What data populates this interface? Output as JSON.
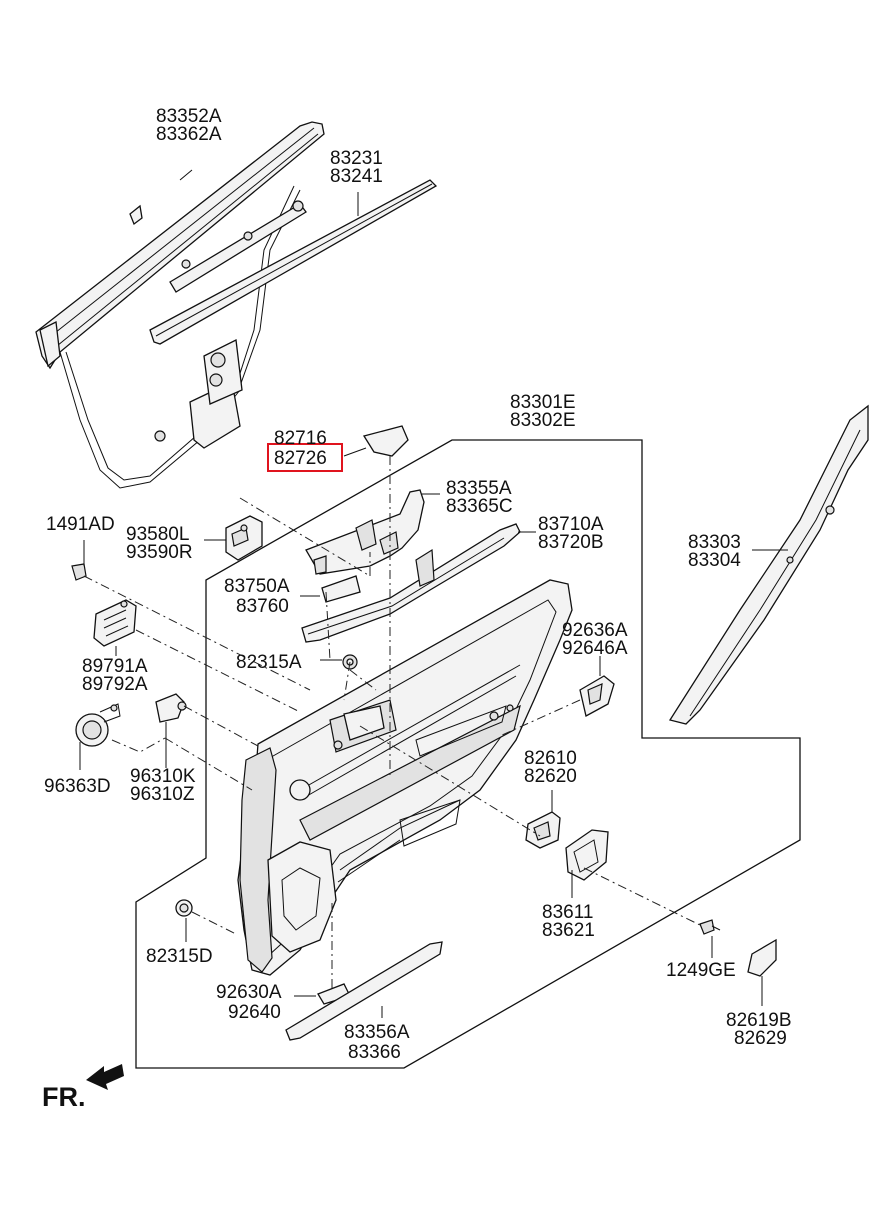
{
  "callouts": {
    "l_83352A": "83352A",
    "l_83362A": "83362A",
    "l_83231": "83231",
    "l_83241": "83241",
    "l_83301E": "83301E",
    "l_83302E": "83302E",
    "l_82716": "82716",
    "l_82726": "82726",
    "l_83355A": "83355A",
    "l_83365C": "83365C",
    "l_83710A": "83710A",
    "l_83720B": "83720B",
    "l_1491AD": "1491AD",
    "l_93580L": "93580L",
    "l_93590R": "93590R",
    "l_83303": "83303",
    "l_83304": "83304",
    "l_83750A": "83750A",
    "l_83760": "83760",
    "l_92636A": "92636A",
    "l_92646A": "92646A",
    "l_89791A": "89791A",
    "l_89792A": "89792A",
    "l_82315A": "82315A",
    "l_96363D": "96363D",
    "l_96310K": "96310K",
    "l_96310Z": "96310Z",
    "l_82610": "82610",
    "l_82620": "82620",
    "l_83611": "83611",
    "l_83621": "83621",
    "l_82315D": "82315D",
    "l_1249GE": "1249GE",
    "l_92630A": "92630A",
    "l_92640": "92640",
    "l_83356A": "83356A",
    "l_83366": "83366",
    "l_82619B": "82619B",
    "l_82629": "82629",
    "fr": "FR."
  },
  "highlight": {
    "part_number": "82726",
    "color": "#e0141e"
  }
}
